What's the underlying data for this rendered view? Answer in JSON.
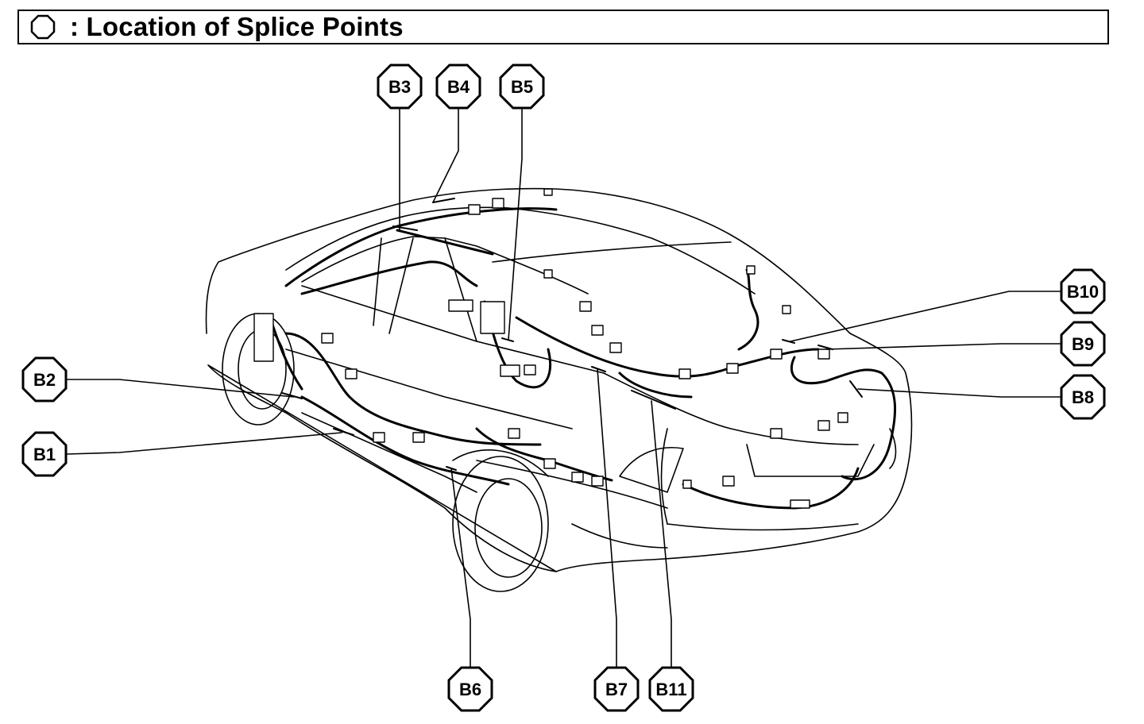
{
  "header": {
    "legend_icon": "octagon-icon",
    "title": ": Location of Splice Points"
  },
  "labels": [
    {
      "id": "B1",
      "text": "B1"
    },
    {
      "id": "B2",
      "text": "B2"
    },
    {
      "id": "B3",
      "text": "B3"
    },
    {
      "id": "B4",
      "text": "B4"
    },
    {
      "id": "B5",
      "text": "B5"
    },
    {
      "id": "B6",
      "text": "B6"
    },
    {
      "id": "B7",
      "text": "B7"
    },
    {
      "id": "B8",
      "text": "B8"
    },
    {
      "id": "B9",
      "text": "B9"
    },
    {
      "id": "B10",
      "text": "B10"
    },
    {
      "id": "B11",
      "text": "B11"
    }
  ],
  "colors": {
    "line": "#000000",
    "background": "#ffffff"
  }
}
